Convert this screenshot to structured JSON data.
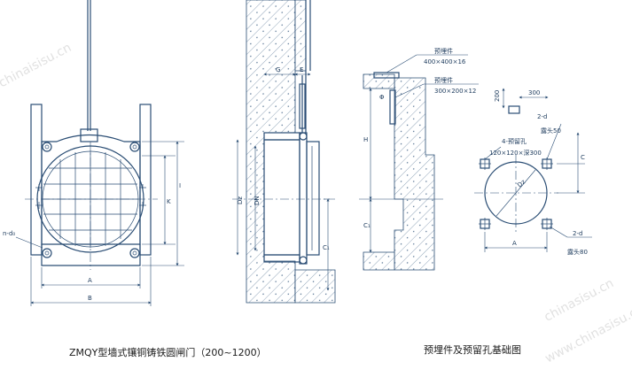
{
  "captions": {
    "left": "ZMQY型墙式镶铜铸铁圆闸门（200~1200）",
    "right": "预埋件及预留孔基础图"
  },
  "front_view": {
    "dim_a": "A",
    "dim_b": "B",
    "dim_i": "I",
    "dim_k": "K",
    "bolt_label": "n-d₀"
  },
  "section_view": {
    "dim_g": "G",
    "dim_e": "E",
    "dim_dz": "Dz",
    "dim_dn": "DN",
    "dim_c": "C₁"
  },
  "embed_view": {
    "callout_1": "预埋件",
    "callout_1_size": "400×400×16",
    "callout_2": "预埋件",
    "callout_2_size": "300×200×12",
    "dim_h": "H",
    "dim_c1": "C₁",
    "dim_phi": "Φ"
  },
  "plan_view": {
    "dim_200": "200",
    "dim_300": "300",
    "label_2d_top": "2-d",
    "label_expose50": "露头50",
    "label_4_holes": "4-预留孔",
    "label_hole_size": "120×120×深300",
    "dim_c": "C",
    "dim_dz": "Dz",
    "dim_a": "A",
    "label_2d_bottom": "2-d",
    "label_expose80": "露头80"
  },
  "watermarks": {
    "wm_1": "chinaisisu.cn",
    "wm_2": "chinasisu.cn",
    "wm_3": "www.chinasisu.cn"
  }
}
